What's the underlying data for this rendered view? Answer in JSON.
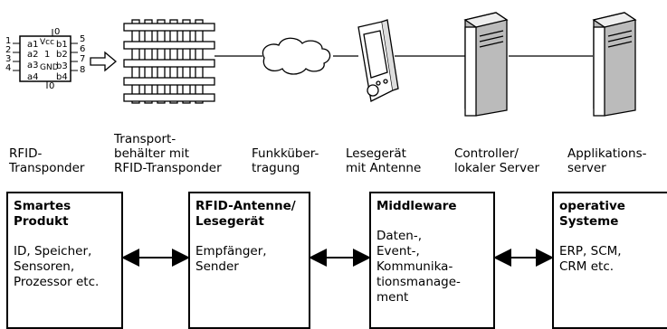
{
  "chip": {
    "pins_left": [
      "1",
      "2",
      "3",
      "4"
    ],
    "pins_right": [
      "5",
      "6",
      "7",
      "8"
    ],
    "pin_top": "0",
    "pin_bottom": "0",
    "inner": [
      "a1",
      "Vcc",
      "b1",
      "a2",
      "1",
      "b2",
      "a3",
      "GND",
      "b3",
      "a4",
      "b4"
    ]
  },
  "labels": {
    "transponder": "RFID-\nTransponder",
    "container": "Transport-\nbehälter mit\nRFID-Transponder",
    "radio": "Funkküber-\ntragung",
    "reader": "Lesegerät\nmit Antenne",
    "controller": "Controller/\nlokaler Server",
    "appserver": "Applikations-\nserver"
  },
  "boxes": {
    "product": {
      "title": "Smartes\nProdukt",
      "body": "ID, Speicher,\nSensoren,\nProzessor etc."
    },
    "antenna": {
      "title": "RFID-Antenne/\nLesegerät",
      "body": "Empfänger,\nSender"
    },
    "middleware": {
      "title": "Middleware",
      "body": "Daten-,\nEvent-,\nKommunika-\ntionsmanage-\nment"
    },
    "systems": {
      "title": "operative\nSysteme",
      "body": "ERP, SCM,\nCRM etc."
    }
  }
}
